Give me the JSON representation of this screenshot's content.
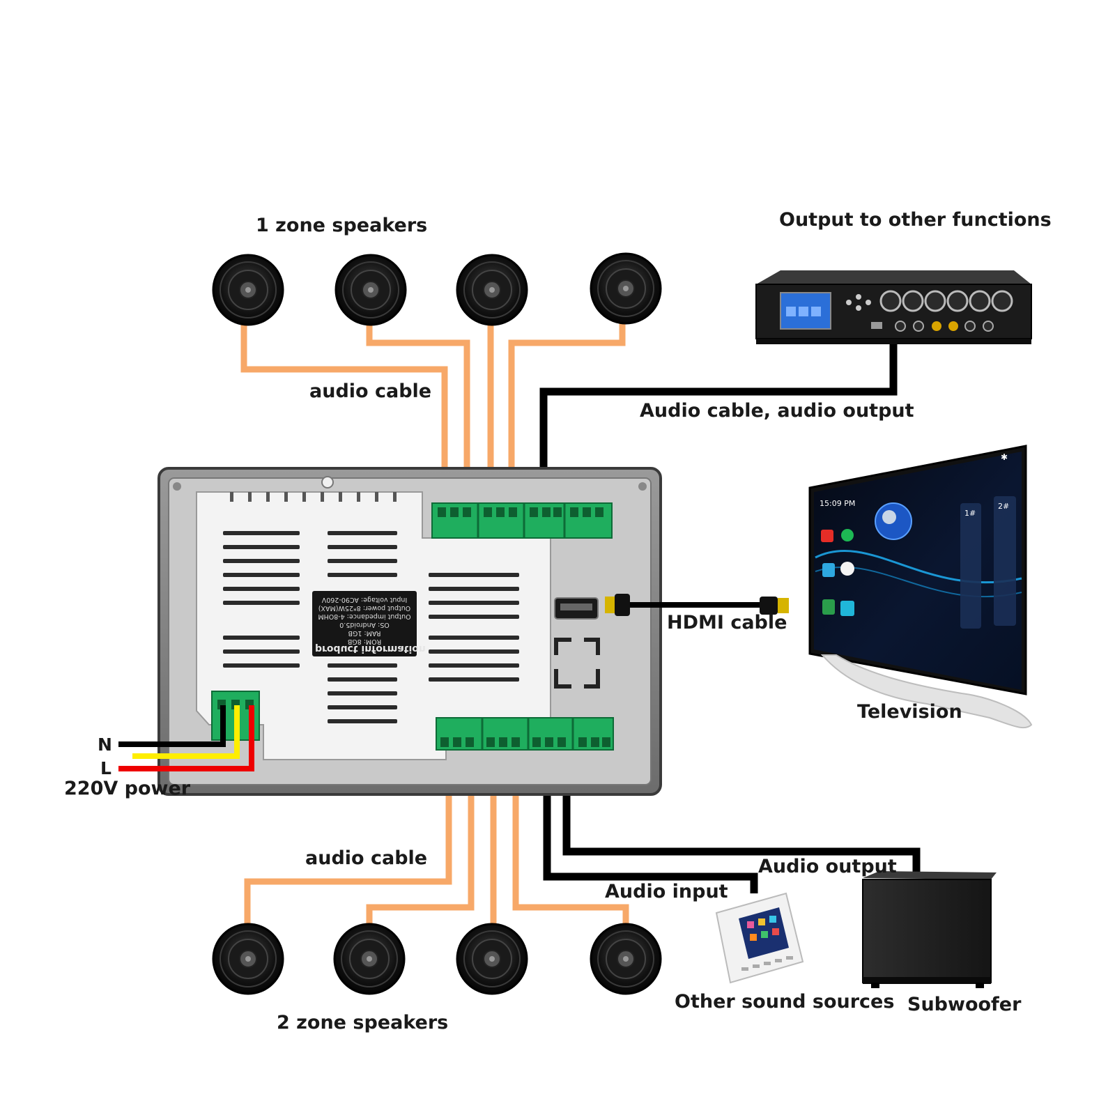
{
  "labels": {
    "zone1_speakers": "1 zone speakers",
    "zone2_speakers": "2 zone speakers",
    "audio_cable_top": "audio cable",
    "audio_cable_bottom": "audio cable",
    "output_other_functions": "Output to other functions",
    "audio_cable_output": "Audio cable, audio output",
    "hdmi_cable": "HDMI cable",
    "television": "Television",
    "audio_output": "Audio output",
    "audio_input": "Audio input",
    "other_sound_sources": "Other sound sources",
    "subwoofer": "Subwoofer",
    "neutral": "N",
    "live": "L",
    "power": "220V power"
  },
  "product_info": {
    "title": "product information",
    "lines": [
      "Input voltage: AC90-260V",
      "Output power: 8*25W(MAX)",
      "Output impedance: 4-8OHM",
      "OS: Android5.0",
      "RAM: 1GB",
      "ROM: 8GB"
    ]
  },
  "tv_screen": {
    "time": "15:09 PM",
    "zone_a": "1#",
    "zone_b": "2#"
  },
  "colors": {
    "speaker_cable": "#f7a868",
    "signal_cable": "#000000",
    "wire_neutral": "#000000",
    "wire_earth": "#ffee00",
    "wire_live": "#ee0000",
    "terminal_green": "#1fae5e",
    "device_body": "#e9e9e9",
    "amplifier_body": "#1b1b1b"
  }
}
